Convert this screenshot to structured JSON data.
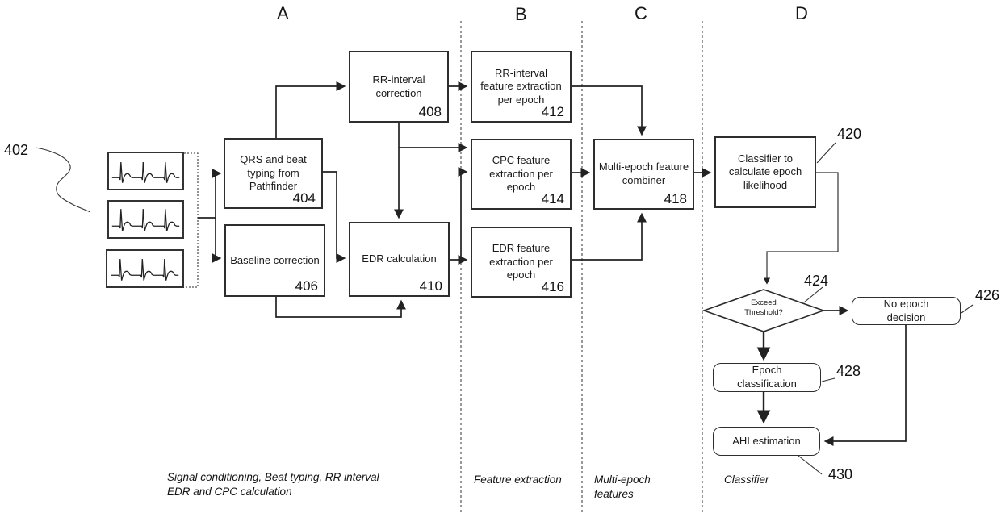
{
  "figure": {
    "sections": {
      "a": "A",
      "b": "B",
      "c": "C",
      "d": "D"
    },
    "input": {
      "ref": "402"
    },
    "nodes": {
      "qrs": {
        "label": "QRS and beat typing from Pathfinder",
        "ref": "404"
      },
      "baseline": {
        "label": "Baseline correction",
        "ref": "406"
      },
      "rr_corr": {
        "label": "RR-interval correction",
        "ref": "408"
      },
      "edr_calc": {
        "label": "EDR calculation",
        "ref": "410"
      },
      "rr_feat": {
        "label": "RR-interval feature extraction per epoch",
        "ref": "412"
      },
      "cpc_feat": {
        "label": "CPC feature extraction per epoch",
        "ref": "414"
      },
      "edr_feat": {
        "label": "EDR feature extraction per epoch",
        "ref": "416"
      },
      "combiner": {
        "label": "Multi-epoch feature combiner",
        "ref": "418"
      },
      "classifier": {
        "label": "Classifier to calculate epoch likelihood",
        "ref": "420"
      },
      "threshold": {
        "label": "Exceed Threshold?",
        "ref": "424"
      },
      "no_epoch": {
        "label": "No epoch decision",
        "ref": "426"
      },
      "epoch_cls": {
        "label": "Epoch classification",
        "ref": "428"
      },
      "ahi": {
        "label": "AHI estimation",
        "ref": "430"
      }
    },
    "captions": {
      "signal_line1": "Signal conditioning, Beat typing, RR interval",
      "signal_line2": "EDR and CPC calculation",
      "feature": "Feature extraction",
      "multi_line1": "Multi-epoch",
      "multi_line2": "features",
      "classifier": "Classifier"
    },
    "colors": {
      "line": "#222222",
      "border": "#2e2e2e",
      "background": "#ffffff",
      "text": "#111111"
    }
  }
}
